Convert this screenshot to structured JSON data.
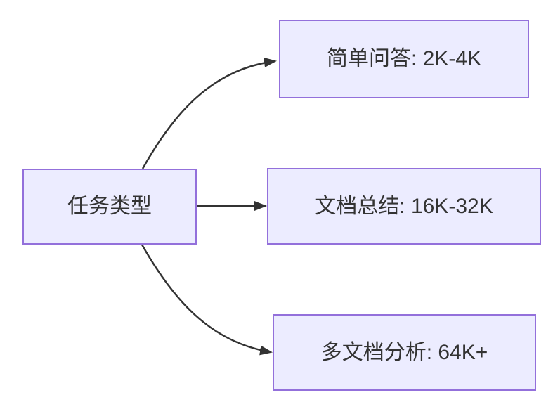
{
  "diagram": {
    "type": "flowchart",
    "direction": "left-to-right",
    "root_node": {
      "id": "task-type",
      "label": "任务类型"
    },
    "child_nodes": [
      {
        "id": "simple-qa",
        "label": "简单问答: 2K-4K"
      },
      {
        "id": "doc-summary",
        "label": "文档总结: 16K-32K"
      },
      {
        "id": "multi-doc",
        "label": "多文档分析: 64K+"
      }
    ],
    "edges": [
      {
        "from": "task-type",
        "to": "simple-qa"
      },
      {
        "from": "task-type",
        "to": "doc-summary"
      },
      {
        "from": "task-type",
        "to": "multi-doc"
      }
    ],
    "colors": {
      "node_fill": "#ECECFF",
      "node_border": "#9370DB",
      "edge_color": "#333333",
      "text_color": "#333333",
      "background": "#FFFFFF"
    }
  }
}
